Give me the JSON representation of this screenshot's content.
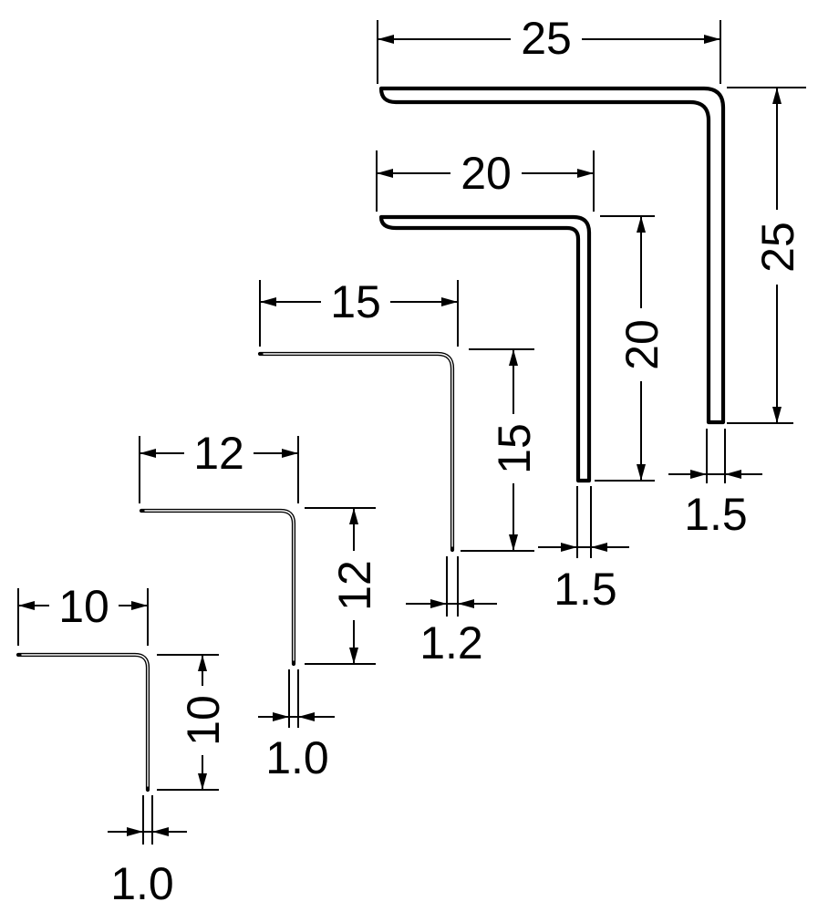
{
  "profiles": [
    {
      "width_label": "10",
      "height_label": "10",
      "thickness_label": "1.0"
    },
    {
      "width_label": "12",
      "height_label": "12",
      "thickness_label": "1.0"
    },
    {
      "width_label": "15",
      "height_label": "15",
      "thickness_label": "1.2"
    },
    {
      "width_label": "20",
      "height_label": "20",
      "thickness_label": "1.5"
    },
    {
      "width_label": "25",
      "height_label": "25",
      "thickness_label": "1.5"
    }
  ]
}
